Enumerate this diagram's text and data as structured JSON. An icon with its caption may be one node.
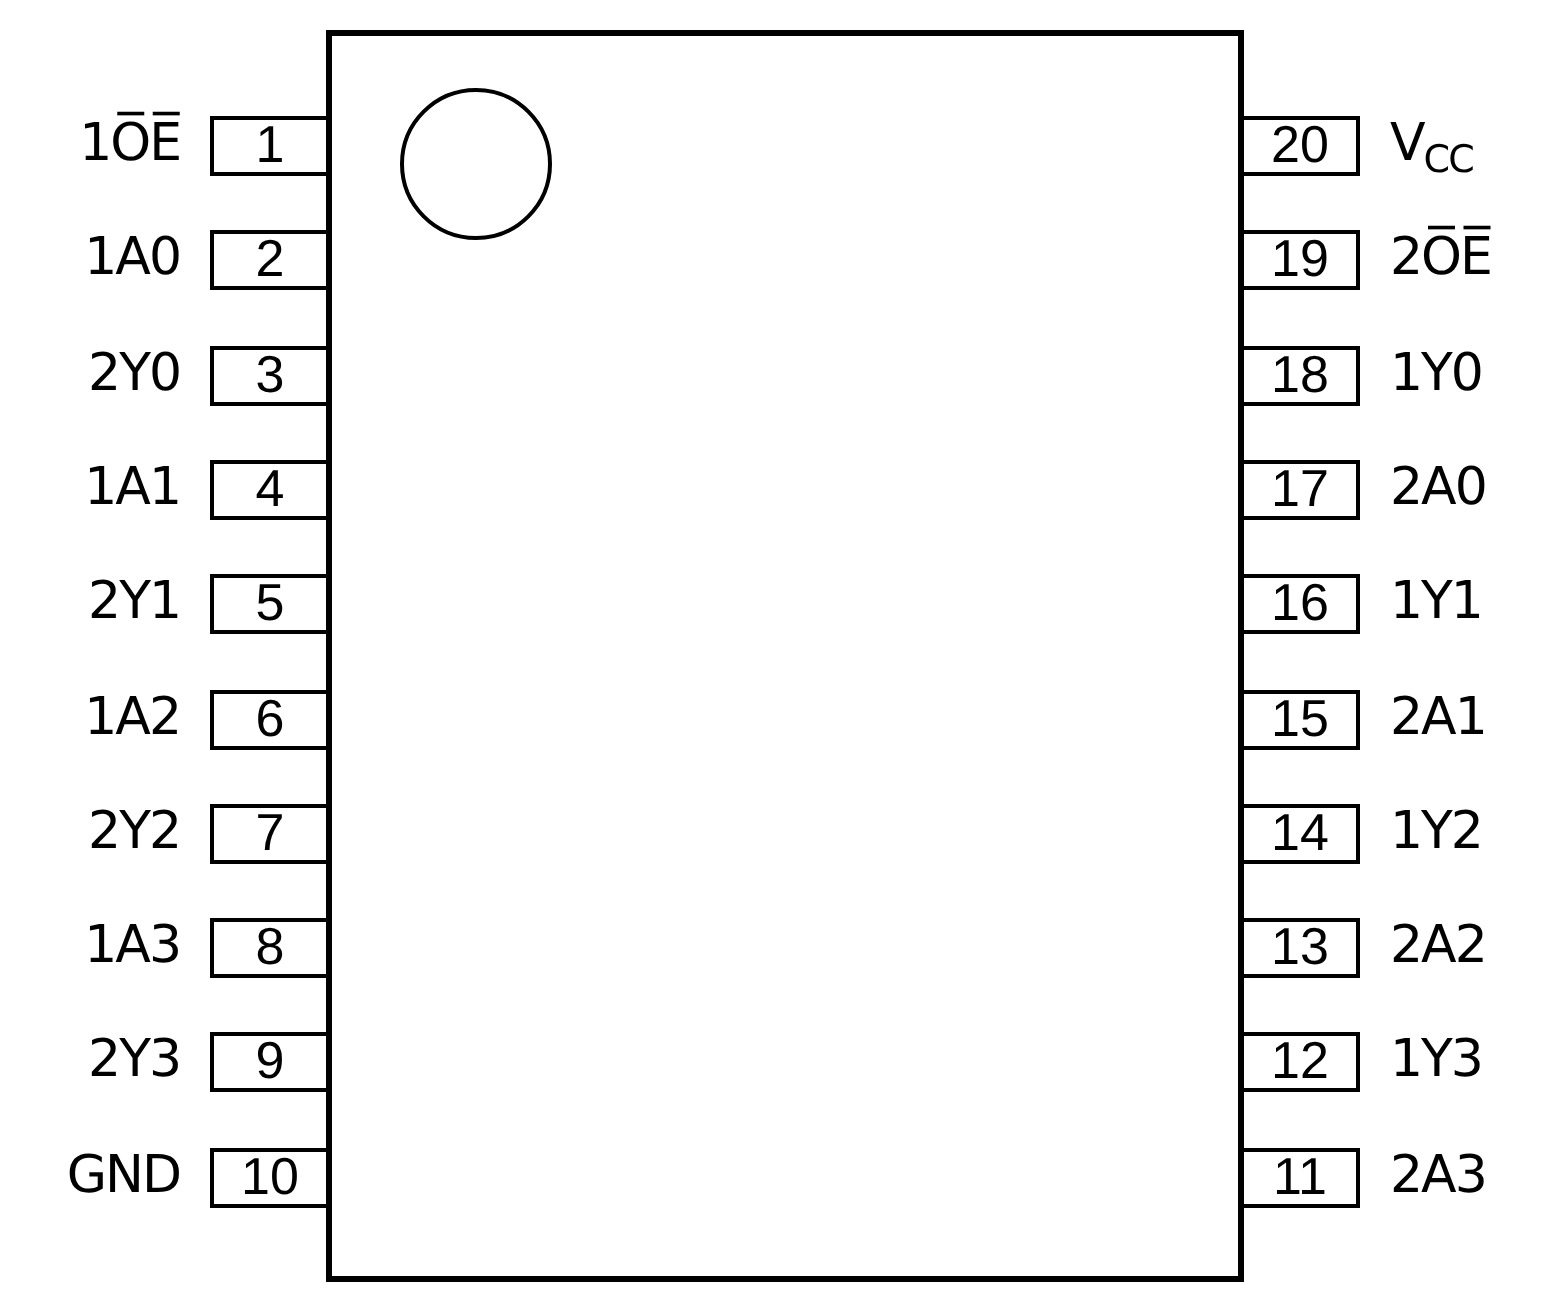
{
  "diagram": {
    "nodes": [
      {
        "text": [],
        "shape": "box"
      },
      {
        "text": [],
        "shape": "circle",
        "in": 0
      },
      {
        "text": [
          "1"
        ],
        "beside": [
          "1O̅E̅"
        ]
      },
      {
        "text": [
          "2"
        ],
        "beside": [
          "1A0"
        ]
      },
      {
        "text": [
          "3"
        ],
        "beside": [
          "2Y0"
        ]
      },
      {
        "text": [
          "4"
        ],
        "beside": [
          "1A1"
        ]
      },
      {
        "text": [
          "5"
        ],
        "beside": [
          "2Y1"
        ]
      },
      {
        "text": [
          "6"
        ],
        "beside": [
          "1A2"
        ]
      },
      {
        "text": [
          "7"
        ],
        "beside": [
          "2Y2"
        ]
      },
      {
        "text": [
          "8"
        ],
        "beside": [
          "1A3"
        ]
      },
      {
        "text": [
          "9"
        ],
        "beside": [
          "2Y3"
        ]
      },
      {
        "text": [
          "10"
        ],
        "beside": [
          "GND"
        ]
      },
      {
        "text": [
          "11"
        ],
        "beside": [
          "2A3"
        ]
      },
      {
        "text": [
          "12"
        ],
        "beside": [
          "1Y3"
        ]
      },
      {
        "text": [
          "13"
        ],
        "beside": [
          "2A2"
        ]
      },
      {
        "text": [
          "14"
        ],
        "beside": [
          "1Y2"
        ]
      },
      {
        "text": [
          "15"
        ],
        "beside": [
          "2A1"
        ]
      },
      {
        "text": [
          "16"
        ],
        "beside": [
          "1Y1"
        ]
      },
      {
        "text": [
          "17"
        ],
        "beside": [
          "2A0"
        ]
      },
      {
        "text": [
          "18"
        ],
        "beside": [
          "1Y0"
        ]
      },
      {
        "text": [
          "19"
        ],
        "beside": [
          "2O̅E̅"
        ]
      },
      {
        "text": [
          "20"
        ],
        "beside": [
          "V$_{CC}$"
        ]
      }
    ]
  }
}
